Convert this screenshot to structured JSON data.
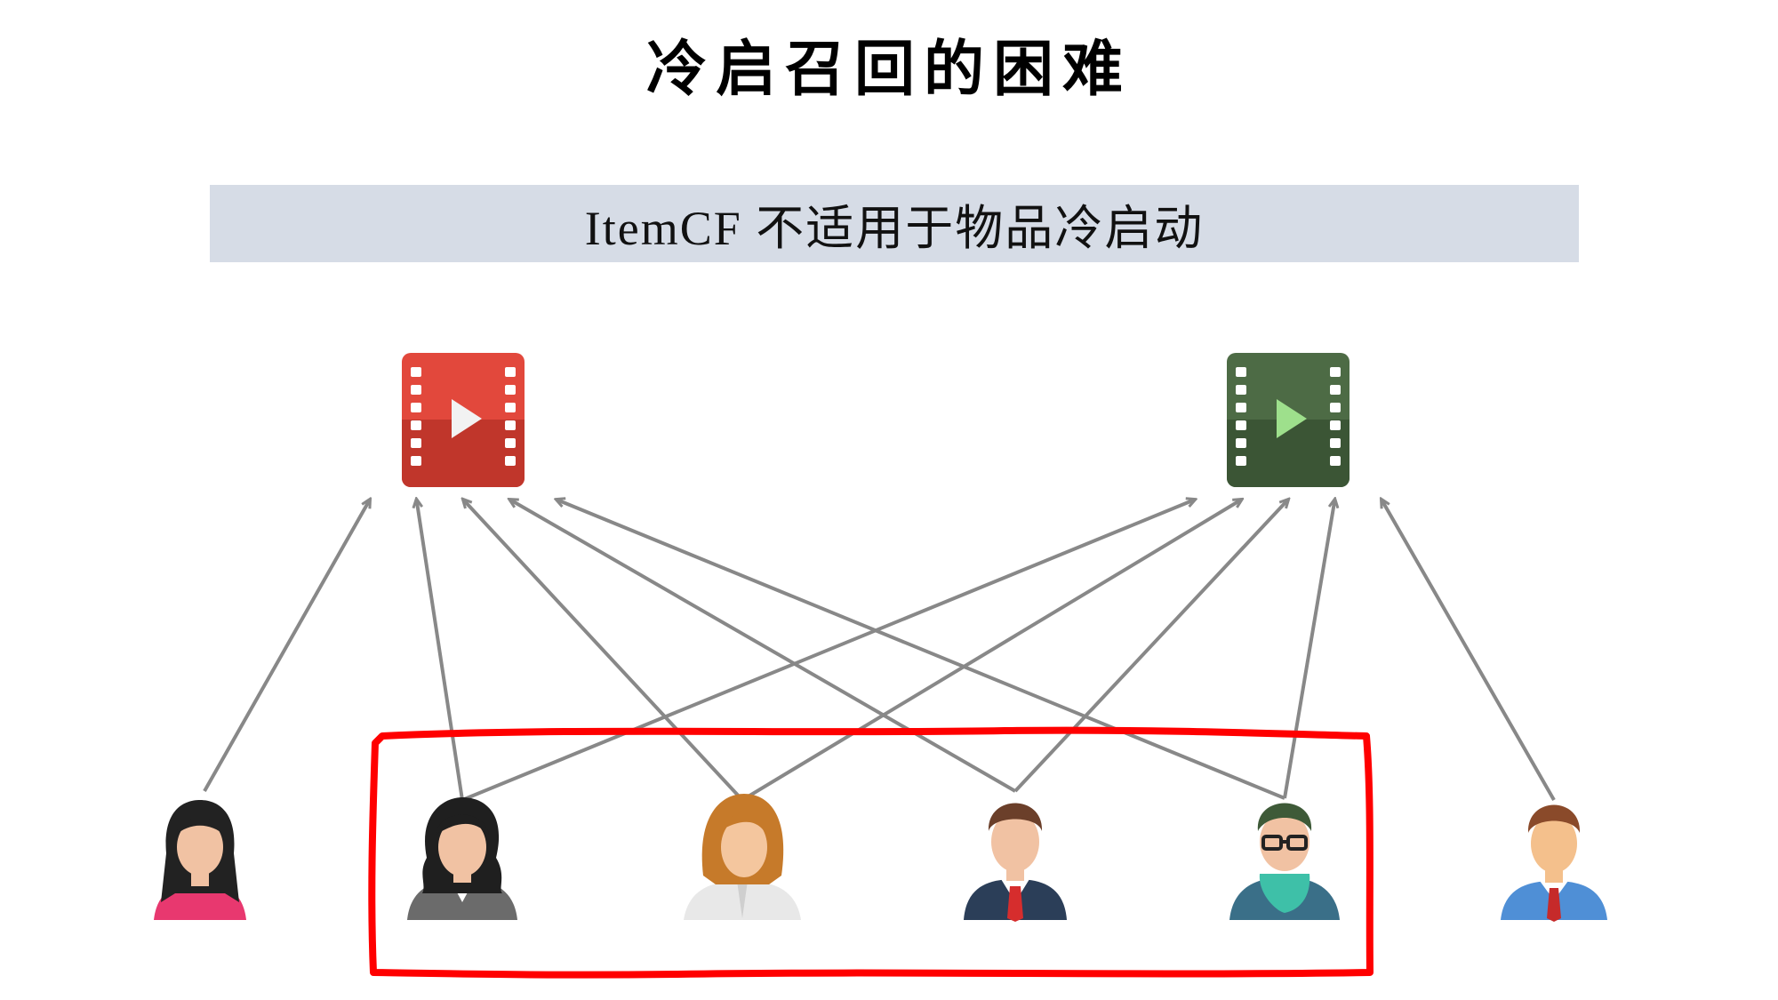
{
  "title": "冷启召回的困难",
  "banner": "ItemCF 不适用于物品冷启动",
  "items": [
    {
      "id": "item-red",
      "name": "video-icon-red",
      "color": "#d63a2e",
      "play_color": "#f2f2f2"
    },
    {
      "id": "item-green",
      "name": "video-icon-green",
      "color": "#3f5f38",
      "play_color": "#9ee08c"
    }
  ],
  "users": [
    {
      "id": "u1",
      "name": "user-woman-pink-avatar",
      "highlighted": false
    },
    {
      "id": "u2",
      "name": "user-woman-gray-suit-avatar",
      "highlighted": true
    },
    {
      "id": "u3",
      "name": "user-woman-blonde-avatar",
      "highlighted": true
    },
    {
      "id": "u4",
      "name": "user-man-suit-red-tie-avatar",
      "highlighted": true
    },
    {
      "id": "u5",
      "name": "user-man-glasses-scarf-avatar",
      "highlighted": true
    },
    {
      "id": "u6",
      "name": "user-man-blue-shirt-avatar",
      "highlighted": false
    }
  ],
  "edges": [
    {
      "from": "u1",
      "to": "item-red"
    },
    {
      "from": "u2",
      "to": "item-red"
    },
    {
      "from": "u2",
      "to": "item-green"
    },
    {
      "from": "u3",
      "to": "item-red"
    },
    {
      "from": "u3",
      "to": "item-green"
    },
    {
      "from": "u4",
      "to": "item-red"
    },
    {
      "from": "u4",
      "to": "item-green"
    },
    {
      "from": "u5",
      "to": "item-red"
    },
    {
      "from": "u5",
      "to": "item-green"
    },
    {
      "from": "u6",
      "to": "item-green"
    }
  ],
  "colors": {
    "arrow": "#888888",
    "highlight_box": "#ff0000",
    "banner_bg": "#d6dce6"
  }
}
